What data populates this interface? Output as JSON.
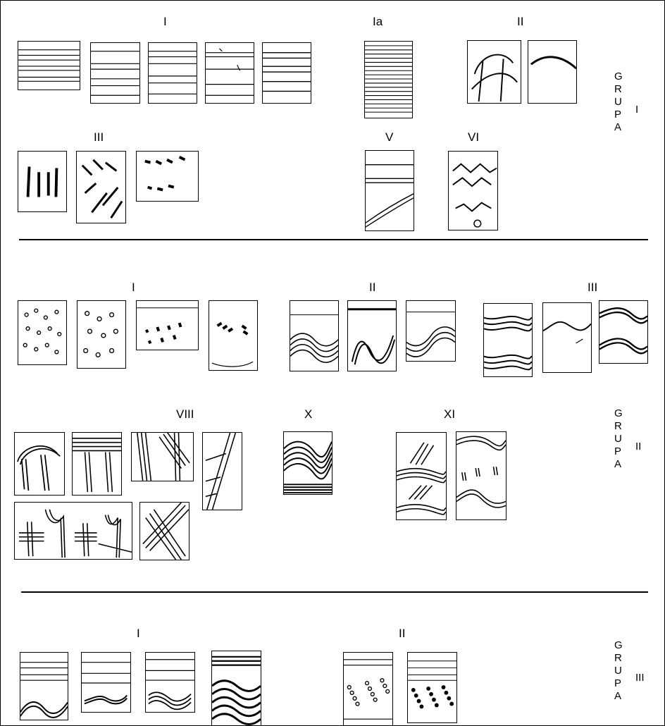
{
  "group1": {
    "labels": {
      "I": "I",
      "Ia": "Ia",
      "II": "II",
      "III": "III",
      "V": "V",
      "VI": "VI"
    },
    "side_letters": [
      "G",
      "R",
      "U",
      "P",
      "A"
    ],
    "number": "I"
  },
  "group2": {
    "labels": {
      "I": "I",
      "II": "II",
      "III": "III",
      "VIII": "VIII",
      "X": "X",
      "XI": "XI"
    },
    "side_letters": [
      "G",
      "R",
      "U",
      "P",
      "A"
    ],
    "number": "II"
  },
  "group3": {
    "labels": {
      "I": "I",
      "II": "II"
    },
    "side_letters": [
      "G",
      "R",
      "U",
      "P",
      "A"
    ],
    "number": "III"
  }
}
